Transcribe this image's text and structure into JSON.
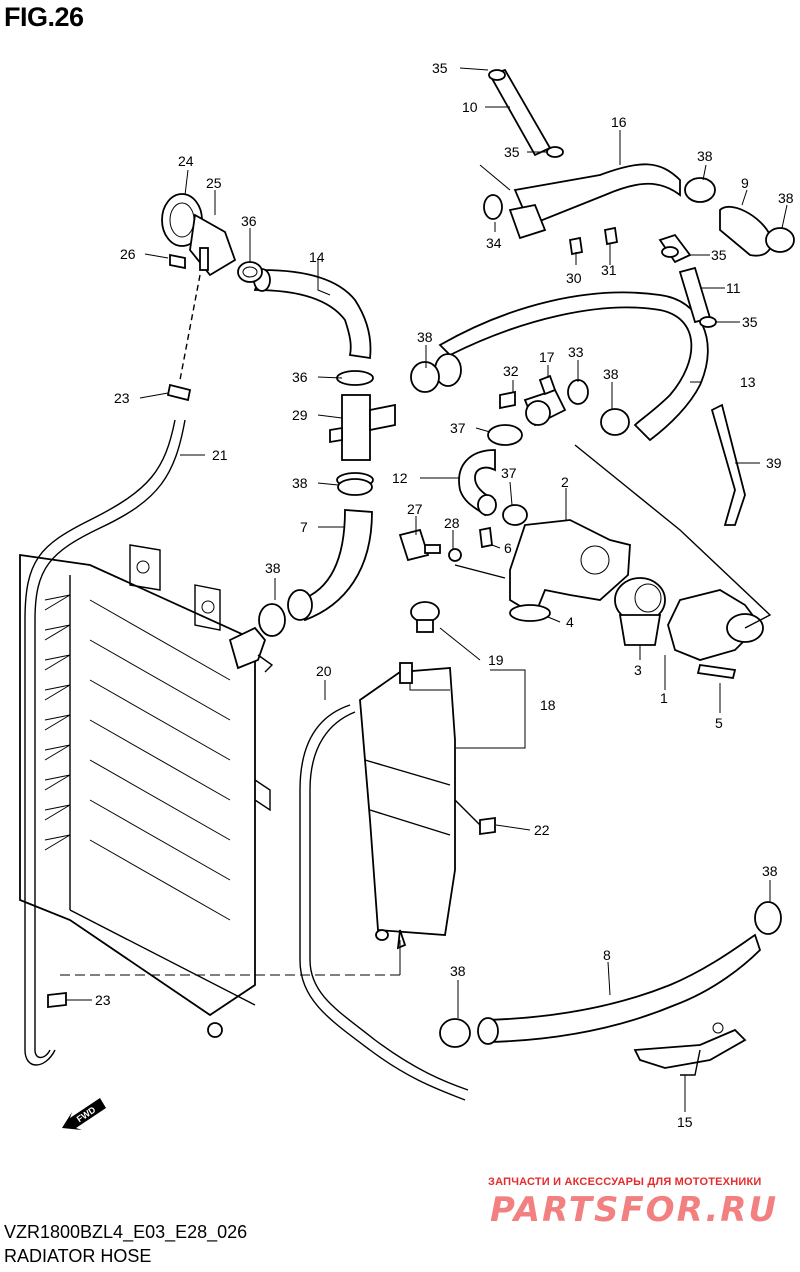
{
  "header": {
    "figure": "FIG.26"
  },
  "footer": {
    "code": "VZR1800BZL4_E03_E28_026",
    "name": "RADIATOR HOSE"
  },
  "watermark": {
    "tagline": "ЗАПЧАСТИ И АКСЕССУАРЫ ДЛЯ МОТОТЕХНИКИ",
    "logo": "PARTSFOR.RU",
    "color": "#e52b2b"
  },
  "direction_label": "FWD",
  "callouts": [
    "35",
    "10",
    "35",
    "16",
    "38",
    "9",
    "38",
    "34",
    "30",
    "31",
    "35",
    "11",
    "35",
    "24",
    "25",
    "36",
    "26",
    "14",
    "23",
    "38",
    "32",
    "17",
    "33",
    "38",
    "13",
    "36",
    "29",
    "37",
    "12",
    "37",
    "2",
    "21",
    "38",
    "27",
    "28",
    "6",
    "39",
    "7",
    "38",
    "4",
    "3",
    "20",
    "19",
    "18",
    "1",
    "5",
    "22",
    "38",
    "8",
    "23",
    "38",
    "15"
  ]
}
